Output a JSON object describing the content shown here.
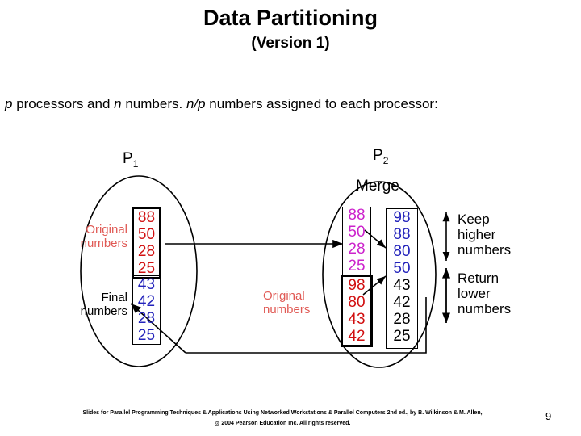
{
  "slide": {
    "title": "Data Partitioning",
    "subtitle": "(Version 1)",
    "intro_prefix": "p",
    "intro_mid1": " processors and ",
    "intro_var_n": "n",
    "intro_mid2": " numbers. ",
    "intro_var_np": "n/p",
    "intro_suffix": " numbers assigned to each processor:",
    "page_number": "9"
  },
  "diagram": {
    "processor1": {
      "label": "P",
      "subscript": "1",
      "original_label": "Original\nnumbers",
      "original_label_line1": "Original",
      "original_label_line2": "numbers",
      "original_numbers": [
        "88",
        "50",
        "28",
        "25"
      ],
      "original_color": "#d10f10",
      "final_label_line1": "Final",
      "final_label_line2": "numbers",
      "final_numbers": [
        "43",
        "42",
        "28",
        "25"
      ],
      "final_color": "#2222bb"
    },
    "processor2": {
      "label": "P",
      "subscript": "2",
      "merge_label": "Merge",
      "received_numbers": [
        "88",
        "50",
        "28",
        "25"
      ],
      "received_color": "#cc22cc",
      "original_label_line1": "Original",
      "original_label_line2": "numbers",
      "original_numbers": [
        "98",
        "80",
        "43",
        "42"
      ],
      "original_color": "#d10f10",
      "merged_upper": [
        "98",
        "88",
        "80",
        "50"
      ],
      "merged_upper_color": "#2222bb",
      "merged_lower": [
        "43",
        "42",
        "28",
        "25"
      ],
      "merged_lower_color": "#000000"
    },
    "annotations": {
      "keep_line1": "Keep",
      "keep_line2": "higher",
      "keep_line3": "numbers",
      "return_line1": "Return",
      "return_line2": "lower",
      "return_line3": "numbers"
    }
  },
  "footer": {
    "line1": "Slides for Parallel Programming Techniques & Applications Using Networked Workstations & Parallel Computers 2nd ed., by B. Wilkinson & M. Allen,",
    "line2": "@ 2004 Pearson Education Inc. All rights reserved."
  }
}
